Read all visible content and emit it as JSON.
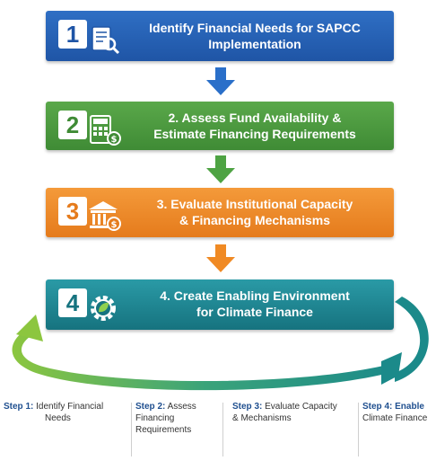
{
  "steps": [
    {
      "number": "1",
      "title_line1": "Identify Financial Needs for SAPCC",
      "title_line2": "Implementation",
      "icon": "checklist-magnifier-icon"
    },
    {
      "number": "2",
      "title_line1": "2. Assess Fund Availability &",
      "title_line2": "Estimate Financing Requirements",
      "icon": "calculator-coin-icon"
    },
    {
      "number": "3",
      "title_line1": "3. Evaluate Institutional Capacity",
      "title_line2": "& Financing Mechanisms",
      "icon": "bank-coin-icon"
    },
    {
      "number": "4",
      "title_line1": "4. Create Enabling Environment",
      "title_line2": "for Climate Finance",
      "icon": "gear-leaf-icon"
    }
  ],
  "legend": [
    {
      "key": "Step 1:",
      "line1": "Identify Financial",
      "line2": "Needs",
      "line3": ""
    },
    {
      "key": "Step 2:",
      "line1": "Assess",
      "line2": "Financing",
      "line3": "Requirements"
    },
    {
      "key": "Step 3:",
      "line1": "Evaluate Capacity",
      "line2": "& Mechanisms",
      "line3": ""
    },
    {
      "key": "Step 4: Enable",
      "line1": "",
      "line2": "Climate Finance",
      "line3": ""
    }
  ],
  "colors": {
    "step1": "#1f55a6",
    "step2": "#3f8b35",
    "step3": "#e57b1c",
    "step4": "#16737f",
    "arrow_down": "#2a6fc9",
    "arrow_green": "#4ea343",
    "arrow_orange": "#f08a24",
    "cycle_arrow": "#2a9a8e"
  }
}
